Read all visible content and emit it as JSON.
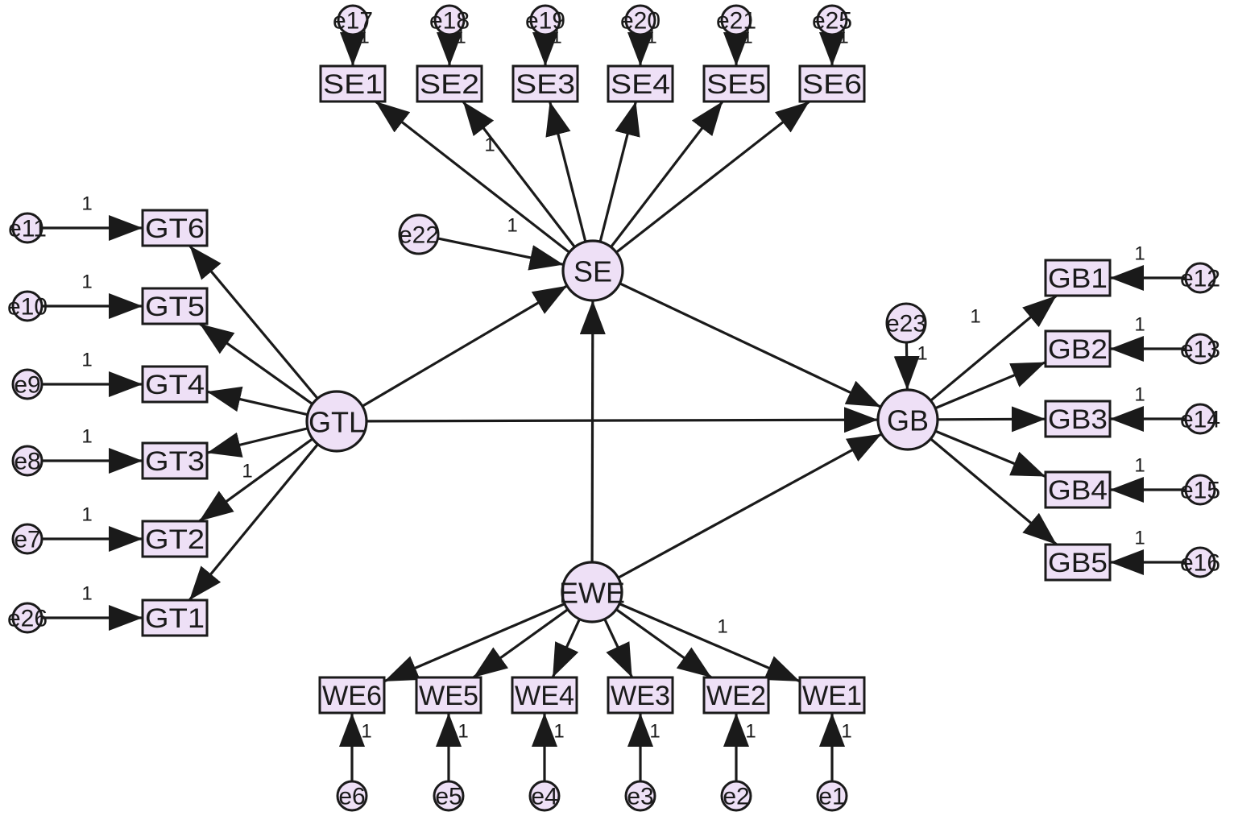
{
  "colors": {
    "fill": "#eee0f6",
    "stroke": "#1a1a1a",
    "background": "#ffffff"
  },
  "latents": [
    {
      "id": "SE",
      "label": "SE"
    },
    {
      "id": "GTL",
      "label": "GTL"
    },
    {
      "id": "GB",
      "label": "GB"
    },
    {
      "id": "EWE",
      "label": "EWE"
    }
  ],
  "indicators": [
    {
      "id": "SE1",
      "label": "SE1",
      "latent": "SE",
      "error": "e17"
    },
    {
      "id": "SE2",
      "label": "SE2",
      "latent": "SE",
      "error": "e18"
    },
    {
      "id": "SE3",
      "label": "SE3",
      "latent": "SE",
      "error": "e19"
    },
    {
      "id": "SE4",
      "label": "SE4",
      "latent": "SE",
      "error": "e20"
    },
    {
      "id": "SE5",
      "label": "SE5",
      "latent": "SE",
      "error": "e21"
    },
    {
      "id": "SE6",
      "label": "SE6",
      "latent": "SE",
      "error": "e25"
    },
    {
      "id": "GT6",
      "label": "GT6",
      "latent": "GTL",
      "error": "e11"
    },
    {
      "id": "GT5",
      "label": "GT5",
      "latent": "GTL",
      "error": "e10"
    },
    {
      "id": "GT4",
      "label": "GT4",
      "latent": "GTL",
      "error": "e9"
    },
    {
      "id": "GT3",
      "label": "GT3",
      "latent": "GTL",
      "error": "e8"
    },
    {
      "id": "GT2",
      "label": "GT2",
      "latent": "GTL",
      "error": "e7"
    },
    {
      "id": "GT1",
      "label": "GT1",
      "latent": "GTL",
      "error": "e26"
    },
    {
      "id": "GB1",
      "label": "GB1",
      "latent": "GB",
      "error": "e12"
    },
    {
      "id": "GB2",
      "label": "GB2",
      "latent": "GB",
      "error": "e13"
    },
    {
      "id": "GB3",
      "label": "GB3",
      "latent": "GB",
      "error": "e14"
    },
    {
      "id": "GB4",
      "label": "GB4",
      "latent": "GB",
      "error": "e15"
    },
    {
      "id": "GB5",
      "label": "GB5",
      "latent": "GB",
      "error": "e16"
    },
    {
      "id": "WE6",
      "label": "WE6",
      "latent": "EWE",
      "error": "e6"
    },
    {
      "id": "WE5",
      "label": "WE5",
      "latent": "EWE",
      "error": "e5"
    },
    {
      "id": "WE4",
      "label": "WE4",
      "latent": "EWE",
      "error": "e4"
    },
    {
      "id": "WE3",
      "label": "WE3",
      "latent": "EWE",
      "error": "e3"
    },
    {
      "id": "WE2",
      "label": "WE2",
      "latent": "EWE",
      "error": "e2"
    },
    {
      "id": "WE1",
      "label": "WE1",
      "latent": "EWE",
      "error": "e1"
    }
  ],
  "disturbances": [
    {
      "id": "e22",
      "label": "e22",
      "target": "SE"
    },
    {
      "id": "e23",
      "label": "e23",
      "target": "GB"
    }
  ],
  "structural_paths": [
    {
      "from": "GTL",
      "to": "SE"
    },
    {
      "from": "GTL",
      "to": "GB"
    },
    {
      "from": "SE",
      "to": "GB"
    },
    {
      "from": "EWE",
      "to": "SE"
    },
    {
      "from": "EWE",
      "to": "GB"
    }
  ],
  "fixed_loadings": [
    {
      "from": "SE",
      "to": "SE2",
      "label": "1"
    },
    {
      "from": "GTL",
      "to": "GT3",
      "label": "1"
    },
    {
      "from": "GB",
      "to": "GB1",
      "label": "1"
    },
    {
      "from": "EWE",
      "to": "WE1",
      "label": "1"
    }
  ],
  "error_path_label": "1"
}
